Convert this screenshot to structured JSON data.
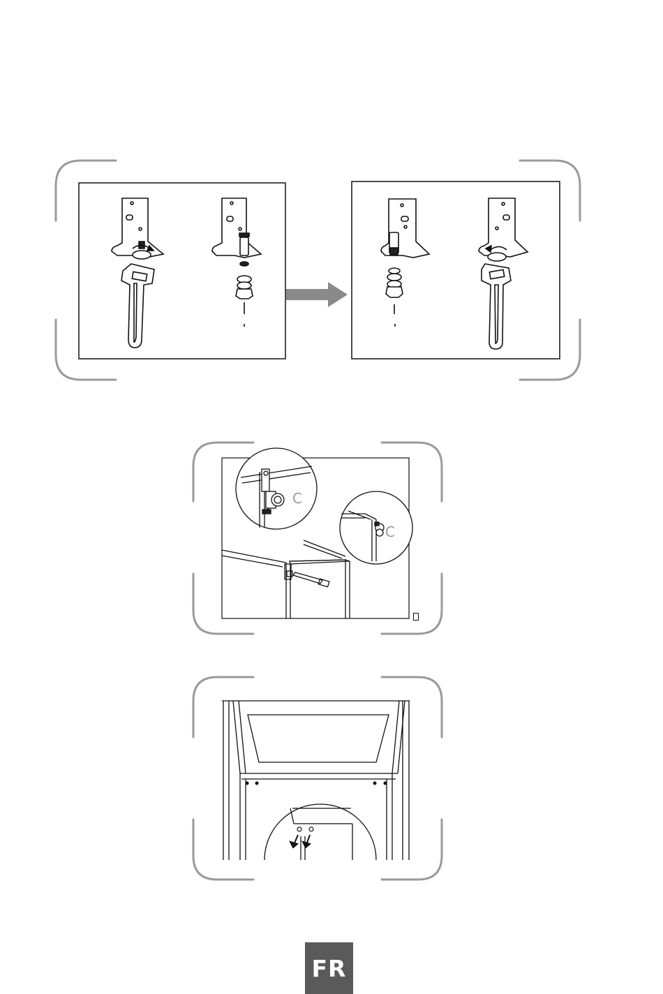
{
  "page": {
    "language_tab": "FR"
  },
  "figure_2": {
    "callout_label_1": "C",
    "callout_label_2": "C"
  }
}
